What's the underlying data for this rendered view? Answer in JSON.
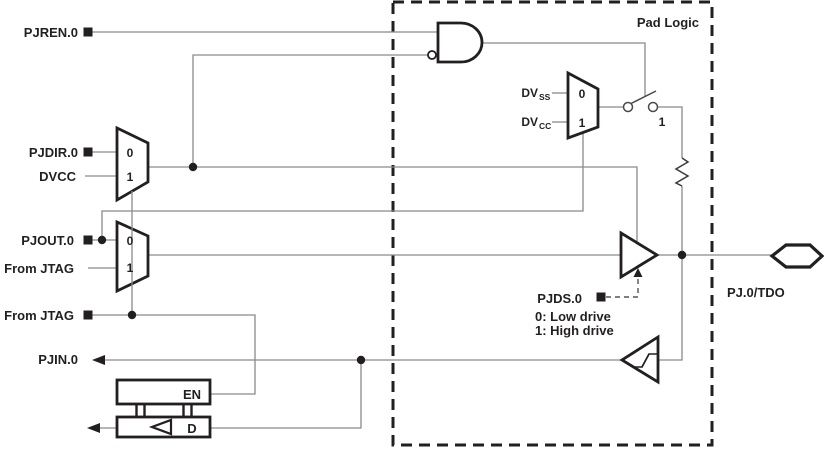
{
  "diagram": {
    "title": "Pad Logic",
    "pad_pin": "PJ.0/TDO",
    "labels": {
      "pjren": "PJREN.0",
      "pjdir": "PJDIR.0",
      "dvcc": "DVCC",
      "pjout": "PJOUT.0",
      "from_jtag_a": "From JTAG",
      "from_jtag_b": "From JTAG",
      "pjin": "PJIN.0",
      "pjds": "PJDS.0",
      "pjds_note_0": "0: Low drive",
      "pjds_note_1": "1: High drive"
    },
    "mux": {
      "in0": "0",
      "in1": "1"
    },
    "pullup_mux": {
      "dv_prefix": "DV",
      "dvss_sub": "SS",
      "dvcc_sub": "CC"
    },
    "switch_closed_label": "1",
    "latch": {
      "enable": "EN",
      "data": "D"
    },
    "icons": [
      "and-gate-icon",
      "inverter-bubble-icon",
      "mux-trapezoid-icon",
      "switch-icon",
      "resistor-icon",
      "output-buffer-icon",
      "schmitt-trigger-icon",
      "pad-hexagon-icon",
      "latch-icon",
      "arrowhead-icon",
      "terminal-square-icon",
      "junction-dot-icon"
    ],
    "colors": {
      "ink": "#231f20",
      "wire": "#8a8a8a",
      "background": "#ffffff"
    }
  }
}
